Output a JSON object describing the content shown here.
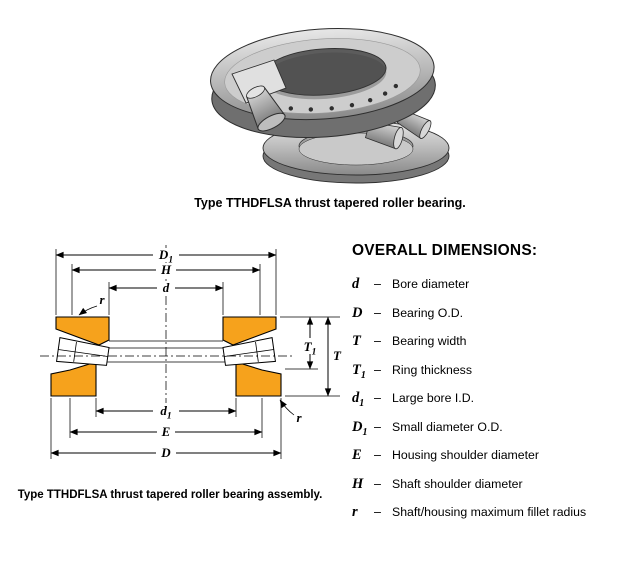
{
  "colors": {
    "orange": "#f6a21c"
  },
  "figure_3d": {
    "caption": "Type TTHDFLSA thrust tapered roller bearing."
  },
  "assembly": {
    "caption": "Type TTHDFLSA thrust tapered roller bearing assembly.",
    "labels": {
      "D1": {
        "main": "D",
        "sub": "1"
      },
      "H": {
        "main": "H",
        "sub": ""
      },
      "d": {
        "main": "d",
        "sub": ""
      },
      "r_top": {
        "main": "r",
        "sub": ""
      },
      "T1": {
        "main": "T",
        "sub": "1"
      },
      "T": {
        "main": "T",
        "sub": ""
      },
      "d1": {
        "main": "d",
        "sub": "1"
      },
      "E": {
        "main": "E",
        "sub": ""
      },
      "D": {
        "main": "D",
        "sub": ""
      },
      "r_bottom": {
        "main": "r",
        "sub": ""
      }
    }
  },
  "dimensions_panel": {
    "title": "OVERALL DIMENSIONS:",
    "separator": "–",
    "items": [
      {
        "symbol": "d",
        "sub": "",
        "description": "Bore diameter"
      },
      {
        "symbol": "D",
        "sub": "",
        "description": "Bearing O.D."
      },
      {
        "symbol": "T",
        "sub": "",
        "description": "Bearing width"
      },
      {
        "symbol": "T",
        "sub": "1",
        "description": "Ring thickness"
      },
      {
        "symbol": "d",
        "sub": "1",
        "description": "Large bore I.D."
      },
      {
        "symbol": "D",
        "sub": "1",
        "description": "Small diameter O.D."
      },
      {
        "symbol": "E",
        "sub": "",
        "description": "Housing shoulder diameter"
      },
      {
        "symbol": "H",
        "sub": "",
        "description": "Shaft shoulder diameter"
      },
      {
        "symbol": "r",
        "sub": "",
        "description": "Shaft/housing maximum fillet radius"
      }
    ]
  }
}
